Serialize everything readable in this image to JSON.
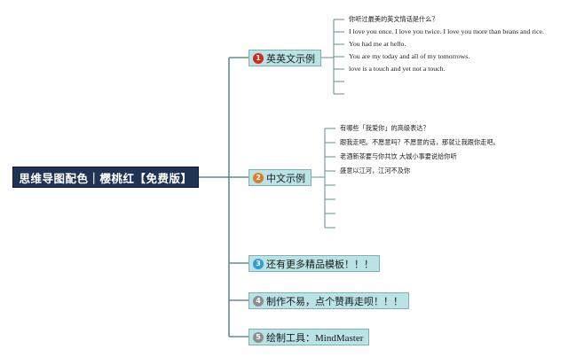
{
  "root": {
    "label": "思维导图配色｜樱桃红【免费版】"
  },
  "branches": [
    {
      "number": "1",
      "label": "英英文示例",
      "badge_color": "#d4291c",
      "leaves": [
        "你听过最美的英文情话是什么？",
        "I love you once. I love you twice. I love you more than beans and rice.",
        "You had me at hello.",
        "You are my today and all of my tomorrows.",
        "love is a touch and yet not a touch.",
        "",
        ""
      ]
    },
    {
      "number": "2",
      "label": "中文示例",
      "badge_color": "#e07a2a",
      "leaves": [
        "有哪些「我爱你」的高级表达？",
        "跟我走吧。不愿意吗？不愿意的话，那就让我跟你走吧。",
        "老酒新茶要与你共饮 大城小事要说给你听",
        "盛意以江河，江河不及你",
        "",
        "",
        "",
        ""
      ]
    },
    {
      "number": "3",
      "label": "还有更多精品模板！！！",
      "badge_color": "#2f9bd8",
      "leaves": []
    },
    {
      "number": "4",
      "label": "制作不易，点个赞再走呗！！！",
      "badge_color": "#8d8d8d",
      "leaves": []
    },
    {
      "number": "5",
      "label": "绘制工具：MindMaster",
      "badge_color": "#8d8d8d",
      "leaves": []
    }
  ]
}
